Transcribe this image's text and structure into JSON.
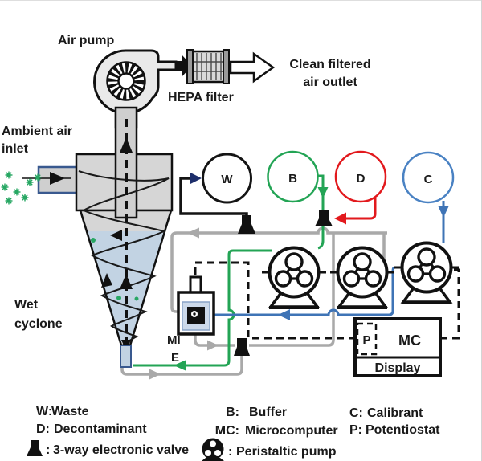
{
  "labels": {
    "air_pump": "Air pump",
    "hepa_filter": "HEPA filter",
    "clean_outlet_1": "Clean filtered",
    "clean_outlet_2": "air outlet",
    "ambient_1": "Ambient air",
    "ambient_2": "inlet",
    "wet_cyclone_1": "Wet",
    "wet_cyclone_2": "cyclone",
    "sensor_1": "MI",
    "sensor_2": "E",
    "microcomputer": "MC",
    "potentiostat": "P",
    "display": "Display"
  },
  "reservoirs": [
    {
      "letter": "W",
      "name": "Waste",
      "color": "#141414"
    },
    {
      "letter": "B",
      "name": "Buffer",
      "color": "#23a455"
    },
    {
      "letter": "D",
      "name": "Decontaminant",
      "color": "#e2191d"
    },
    {
      "letter": "C",
      "name": "Calibrant",
      "color": "#4a82c3"
    }
  ],
  "legend": {
    "items": [
      {
        "key": "W:",
        "value": "Waste"
      },
      {
        "key": "B:",
        "value": "Buffer"
      },
      {
        "key": "C:",
        "value": "Calibrant"
      },
      {
        "key": "D:",
        "value": "Decontaminant"
      },
      {
        "key": "MC:",
        "value": "Microcomputer"
      },
      {
        "key": "P:",
        "value": "Potentiostat"
      },
      {
        "key": ":",
        "value": "3-way electronic valve"
      },
      {
        "key": ":",
        "value": "Peristaltic pump"
      }
    ]
  },
  "colors": {
    "waste_line": "#141414",
    "buffer_line": "#23a455",
    "decontaminant_line": "#e2191d",
    "calibrant_line": "#3f74b6",
    "tubing_gray": "#a9a9a9",
    "waste_arrow_navy": "#1d2e6b",
    "cyclone_body": "#d6d6d6",
    "liquid": "#c2d3e3",
    "particles": "#27a763"
  }
}
